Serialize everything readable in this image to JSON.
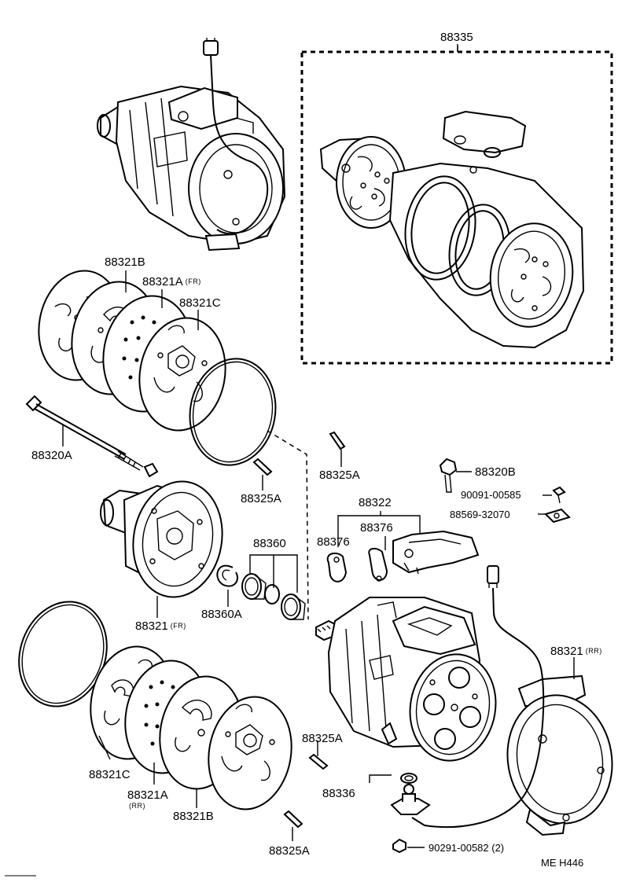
{
  "labels": {
    "assembly_kit": "88335",
    "valve_plate_b_top": "88321B",
    "valve_plate_a_top": "88321A",
    "note_fr_1": "(FR)",
    "valve_plate_c_top": "88321C",
    "through_bolt": "88320A",
    "pin_1": "88325A",
    "pin_2": "88325A",
    "bracket_bolt": "88320B",
    "screw": "90091-00585",
    "nut": "88569-32070",
    "valve_set": "88322",
    "valve_left": "88376",
    "valve_right": "88376",
    "seal_set": "88360",
    "front_housing": "88321",
    "note_fr_2": "(FR)",
    "snap_ring": "88360A",
    "rear_housing": "88321",
    "note_rr_1": "(RR)",
    "pin_3": "88325A",
    "valve_plate_c_bot": "88321C",
    "valve_plate_a_bot": "88321A",
    "note_rr_2": "(RR)",
    "valve_plate_b_bot": "88321B",
    "switch_set": "88336",
    "bottom_screw": "90291-00582 (2)",
    "pin_4": "88325A",
    "drawing_code": "ME  H446"
  }
}
